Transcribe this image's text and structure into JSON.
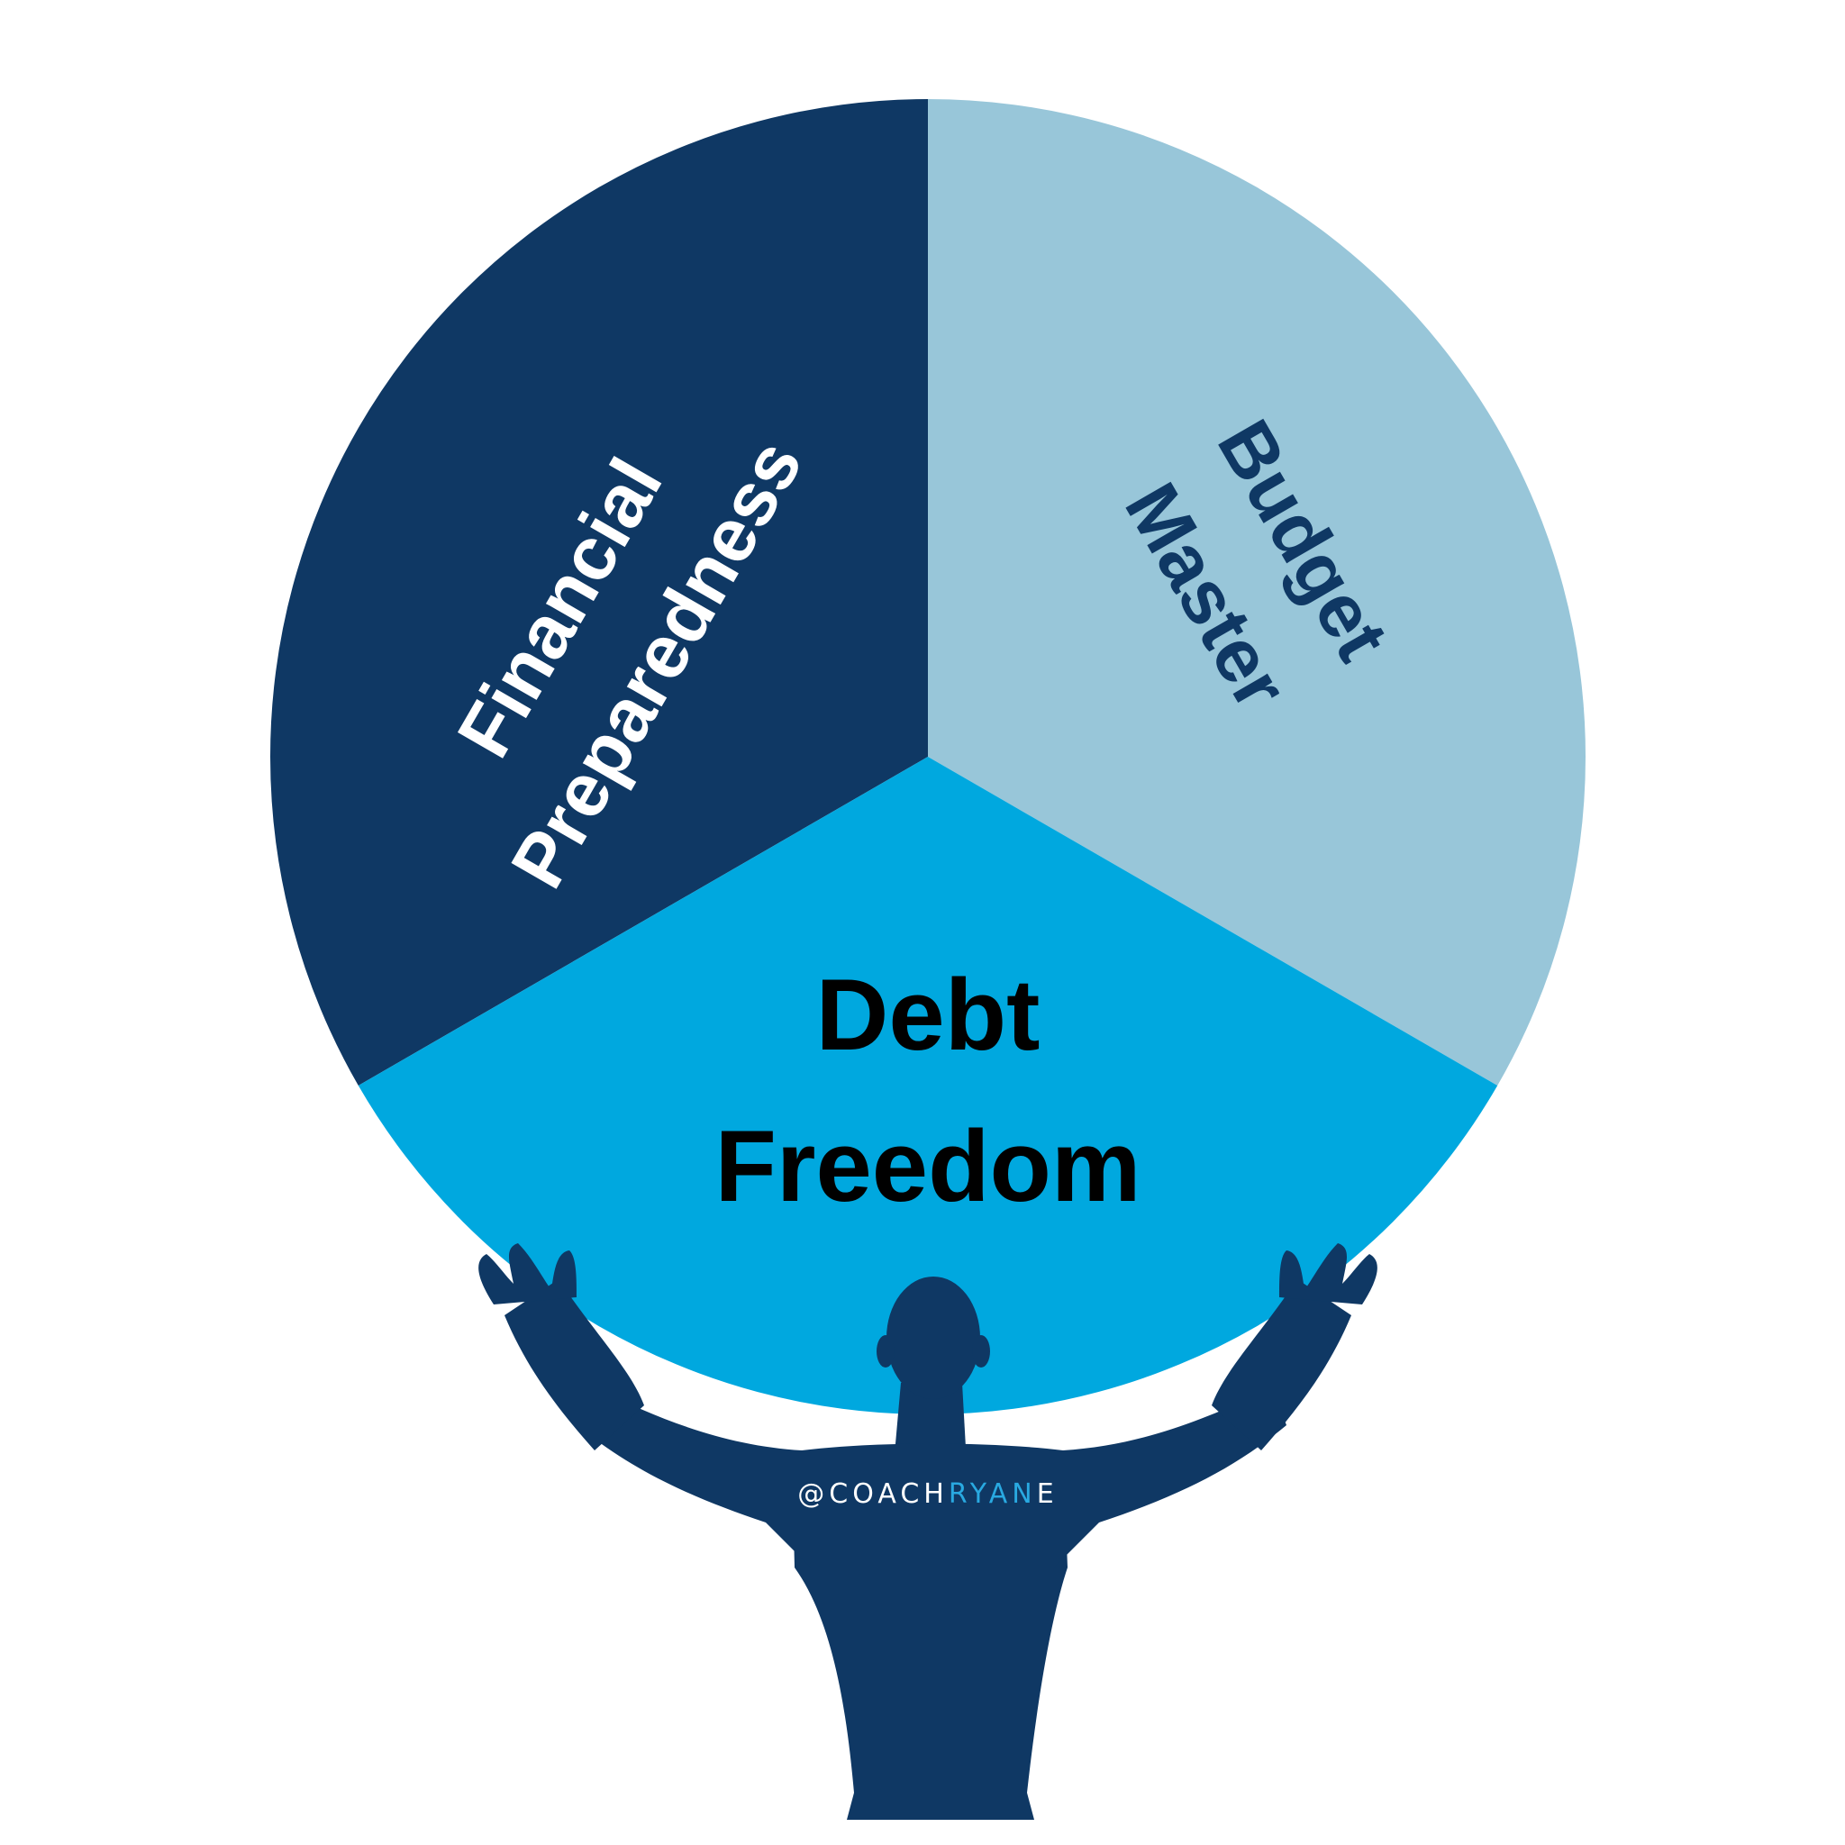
{
  "colors": {
    "background": "#ffffff",
    "navy": "#0f3864",
    "light_blue": "#98c6d9",
    "bright_blue": "#00a8df",
    "white": "#ffffff",
    "black": "#000000",
    "handle_accent": "#29a9e1"
  },
  "segments": [
    {
      "id": "financial",
      "label_lines": [
        "Financial",
        "Preparedness"
      ],
      "color_key": "navy",
      "text_color_key": "white"
    },
    {
      "id": "budget",
      "label_lines": [
        "Budget",
        "Master"
      ],
      "color_key": "light_blue",
      "text_color_key": "navy"
    },
    {
      "id": "debt",
      "label_lines": [
        "Debt",
        "Freedom"
      ],
      "color_key": "bright_blue",
      "text_color_key": "black"
    }
  ],
  "figure": {
    "icon": "person-holding-wheel-silhouette"
  },
  "handle": {
    "prefix": "@COACH",
    "accent": "RYAN",
    "suffix": "E"
  }
}
